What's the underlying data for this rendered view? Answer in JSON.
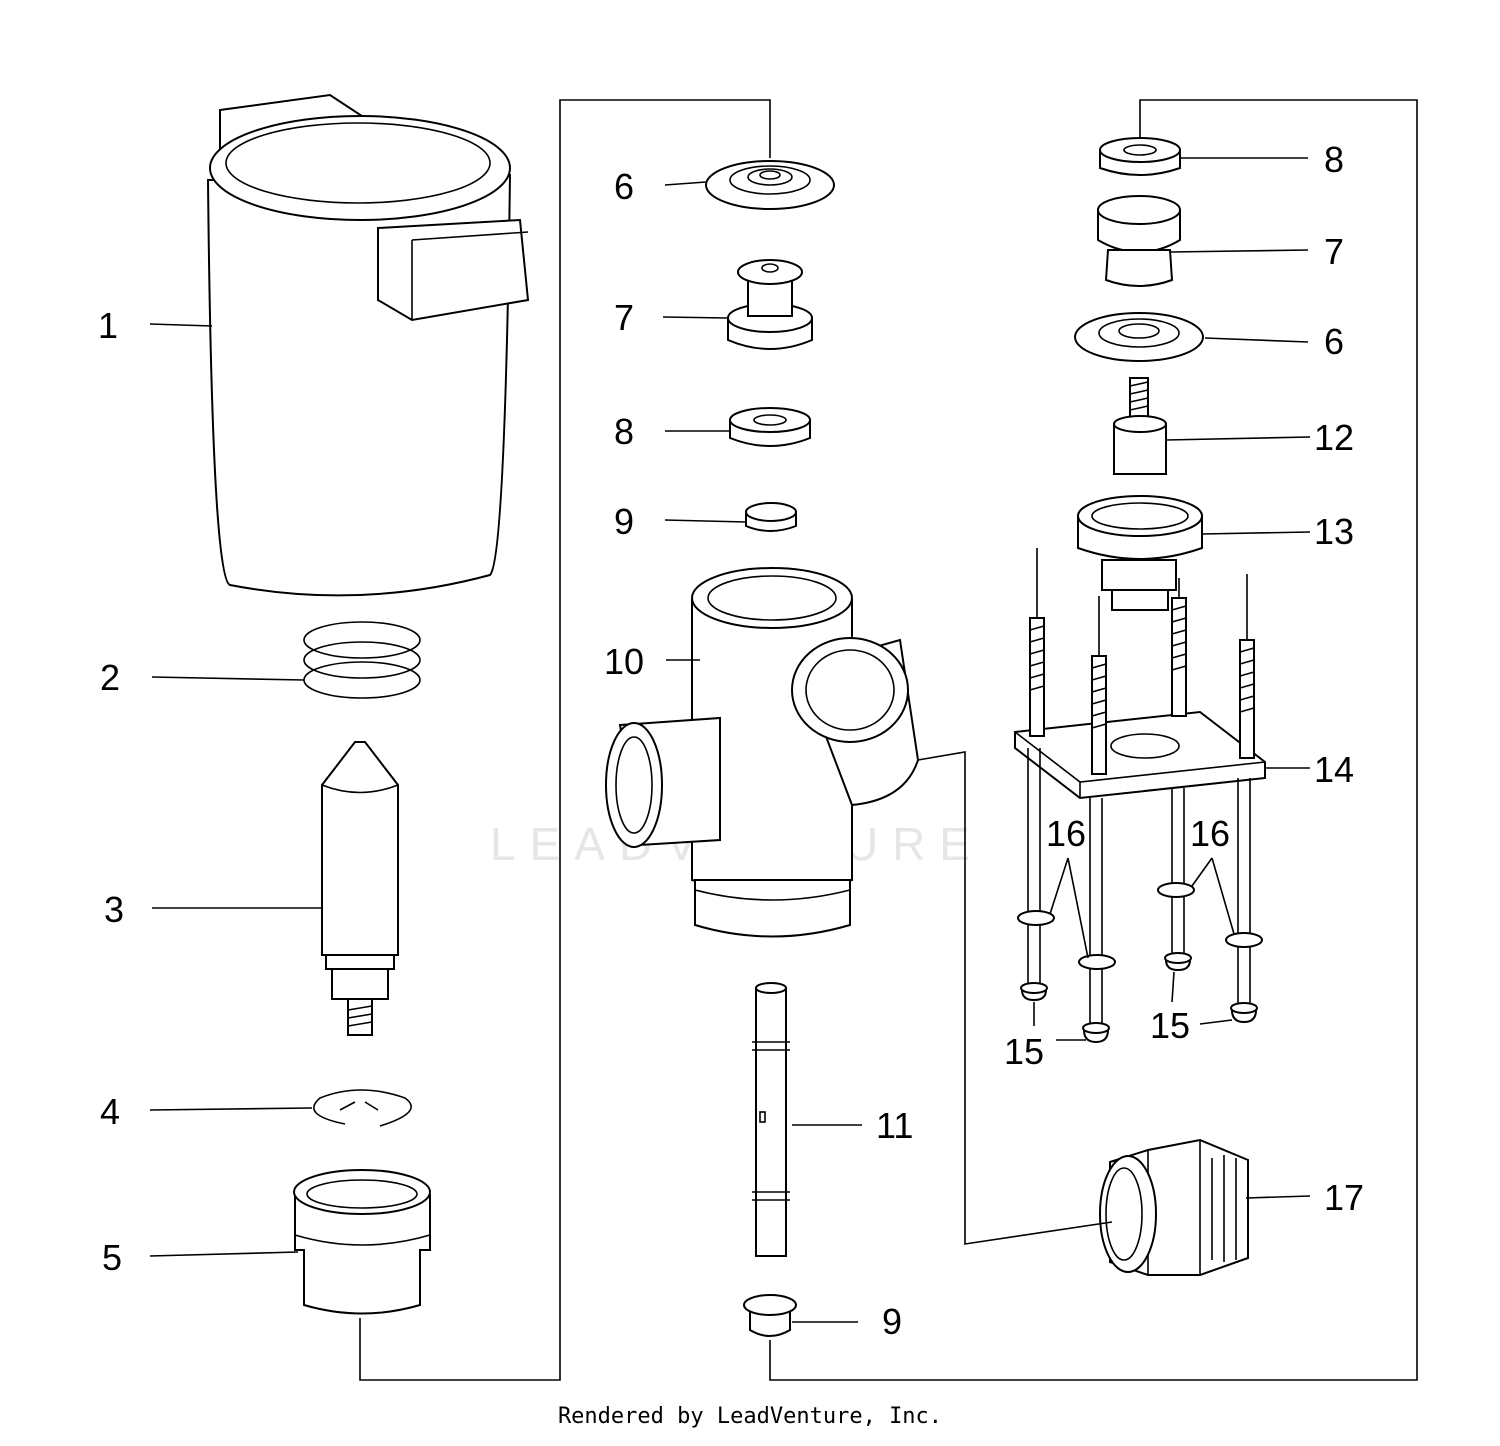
{
  "diagram": {
    "callouts": {
      "c1": "1",
      "c2": "2",
      "c3": "3",
      "c4": "4",
      "c5": "5",
      "c6a": "6",
      "c7a": "7",
      "c8a": "8",
      "c9a": "9",
      "c10": "10",
      "c11": "11",
      "c9b": "9",
      "c8b": "8",
      "c7b": "7",
      "c6b": "6",
      "c12": "12",
      "c13": "13",
      "c14": "14",
      "c16a": "16",
      "c16b": "16",
      "c15a": "15",
      "c15b": "15",
      "c17": "17"
    },
    "watermark": "LEADVENTURE",
    "footer": "Rendered by LeadVenture, Inc."
  },
  "colors": {
    "line": "#000000",
    "background": "#ffffff",
    "watermark": "#e6e6e6"
  }
}
